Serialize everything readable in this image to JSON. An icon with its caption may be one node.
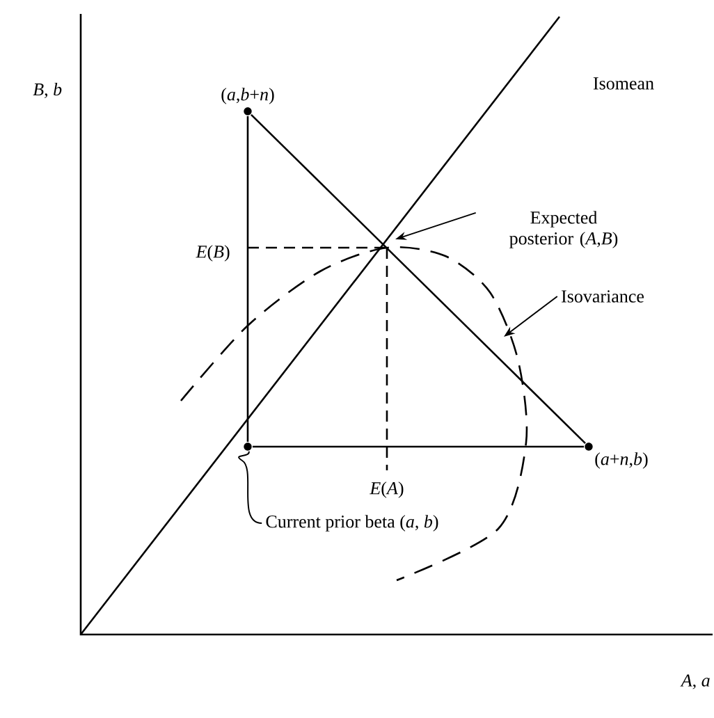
{
  "diagram": {
    "nodes": [
      {
        "text": [
          "(*a*,*b*+*n*)"
        ]
      },
      {
        "text": [],
        "shape": "circle"
      },
      {
        "text": [
          "(*a*+*n*,*b*)"
        ]
      },
      {
        "text": [
          "Expected posterior (*A*,*B*)"
        ]
      },
      {
        "text": [
          "Isovariance"
        ]
      },
      {
        "text": [
          "Current prior beta (*a*, *b*)"
        ]
      }
    ],
    "edges": [
      {
        "from": 0,
        "to": 1,
        "arrow": "none"
      },
      {
        "from": 1,
        "to": 2,
        "arrow": "none"
      },
      {
        "from": 2,
        "to": 0,
        "arrow": "none"
      },
      {
        "from": 3,
        "to": null,
        "arrow": "to"
      },
      {
        "from": 4,
        "to": null,
        "arrow": "to"
      },
      {
        "from": 5,
        "to": 1,
        "arrow": "none"
      }
    ],
    "labels": [
      "*B*, *b*",
      "*A*, *a*",
      "Isomean",
      "*E*(*B*)",
      "*E*(*A*)"
    ]
  }
}
